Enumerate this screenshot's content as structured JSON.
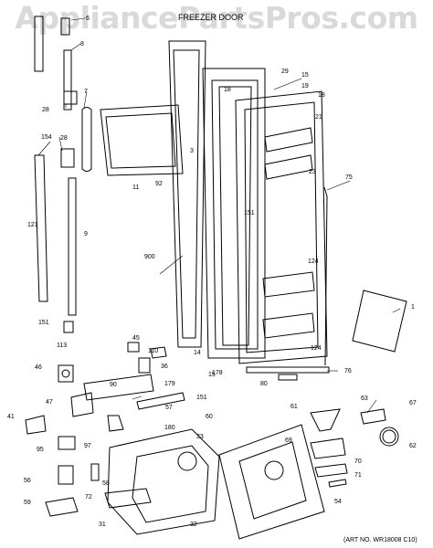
{
  "watermark": "AppliancePartsPros.com",
  "diagram": {
    "title": "FREEZER DOOR",
    "art_no": "(ART NO. WR18008 C10)",
    "callouts": [
      "1",
      "3",
      "6",
      "7",
      "8",
      "9",
      "11",
      "14",
      "15",
      "15",
      "18",
      "18",
      "19",
      "21",
      "23",
      "28",
      "28",
      "29",
      "31",
      "32",
      "33",
      "36",
      "41",
      "45",
      "46",
      "47",
      "54",
      "56",
      "57",
      "58",
      "59",
      "60",
      "61",
      "62",
      "63",
      "67",
      "69",
      "70",
      "71",
      "72",
      "75",
      "76",
      "80",
      "90",
      "92",
      "95",
      "97",
      "110",
      "113",
      "121",
      "124",
      "124",
      "151",
      "151",
      "151",
      "154",
      "178",
      "179",
      "180",
      "900"
    ]
  },
  "colors": {
    "line": "#000000",
    "watermark": "#d9d9d9",
    "background": "#ffffff"
  }
}
